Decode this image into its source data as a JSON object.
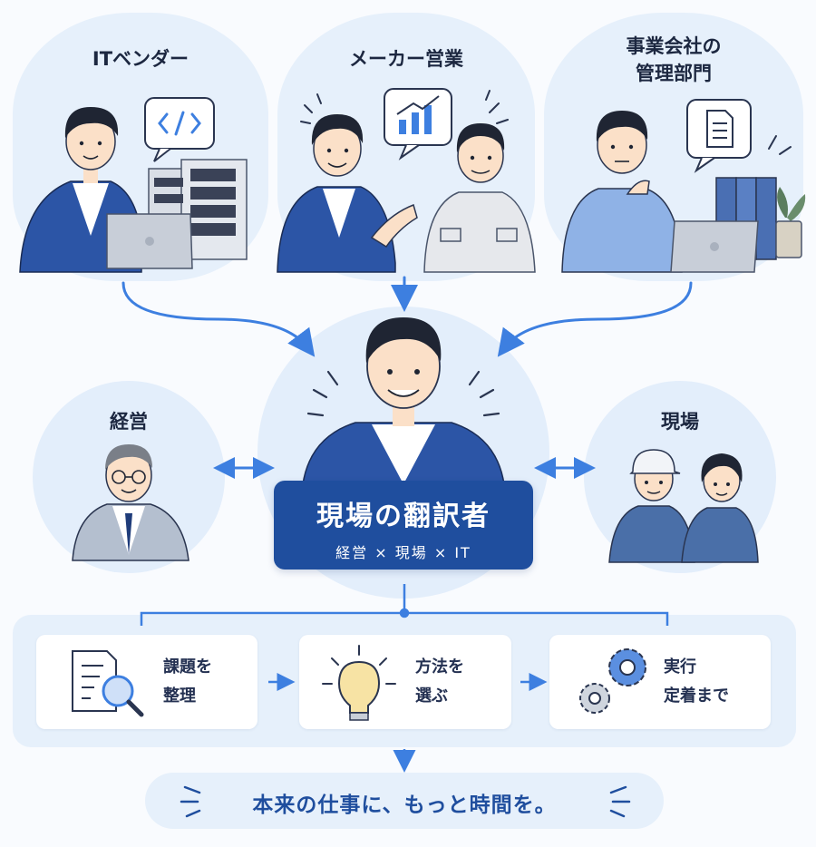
{
  "roles": {
    "it_vendor": {
      "title": "ITベンダー"
    },
    "maker_sales": {
      "title": "メーカー営業"
    },
    "corp_admin": {
      "title_line1": "事業会社の",
      "title_line2": "管理部門"
    }
  },
  "sides": {
    "management": {
      "title": "経営"
    },
    "field": {
      "title": "現場"
    }
  },
  "center": {
    "badge_title": "現場の翻訳者",
    "badge_sub": "経営 × 現場 × IT"
  },
  "steps": [
    {
      "line1": "課題を",
      "line2": "整理",
      "icon": "document-search-icon"
    },
    {
      "line1": "方法を",
      "line2": "選ぶ",
      "icon": "lightbulb-icon"
    },
    {
      "line1": "実行",
      "line2": "定着まで",
      "icon": "gears-icon"
    }
  ],
  "slogan": {
    "text": "本来の仕事に、もっと時間を。"
  },
  "colors": {
    "accent": "#1f4e9e",
    "arrow": "#3d7fe0",
    "panel_bg": "#e6f0fb",
    "suit": "#2c55a6"
  }
}
